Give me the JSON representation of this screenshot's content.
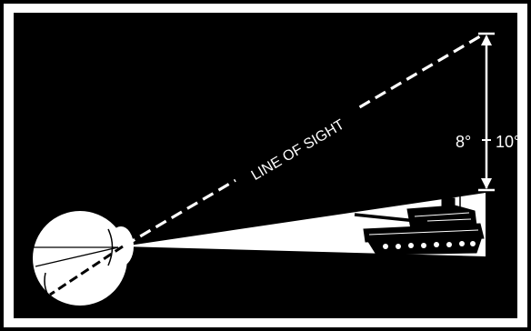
{
  "diagram": {
    "line_of_sight_label": "LINE OF SIGHT",
    "angle_small_label": "8°",
    "angle_large_label": "10°",
    "target_icon": "tank-icon",
    "viewer_icon": "eye-icon"
  },
  "colors": {
    "frame_border": "#000000",
    "frame_inner": "#ffffff",
    "background": "#000000",
    "foreground": "#ffffff"
  }
}
